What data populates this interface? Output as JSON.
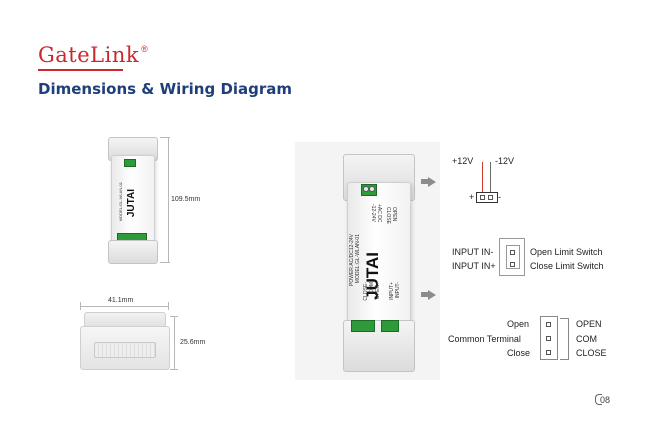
{
  "header": {
    "brand": "GateLink",
    "registered": "®",
    "title": "Dimensions & Wiring Diagram"
  },
  "dimensions": {
    "length": "109.5mm",
    "width": "41.1mm",
    "height": "25.6mm"
  },
  "device": {
    "brand": "JUTAI",
    "model": "MODEL:GL-WLAN-01",
    "power": "POWER:AC/DC12-24V",
    "terminals_top": [
      "OPEN",
      "CLOSE"
    ],
    "power_terminal": [
      "+AC DC",
      "-12-24V"
    ],
    "terminals_bottom": [
      "OPEN+",
      "COM",
      "CLOSE-",
      "INPUT-",
      "INPUT+"
    ]
  },
  "wiring": {
    "power": {
      "positive": "+12V",
      "negative": "-12V",
      "plus": "+",
      "minus": "-"
    },
    "inputs": {
      "input_minus": "INPUT IN-",
      "input_plus": "INPUT IN+",
      "open_switch": "Open Limit Switch",
      "close_switch": "Close Limit Switch"
    },
    "outputs": {
      "left": [
        "Open",
        "Common Terminal",
        "Close"
      ],
      "right": [
        "OPEN",
        "COM",
        "CLOSE"
      ]
    }
  },
  "footer": {
    "page": "08"
  },
  "colors": {
    "brand": "#c8282e",
    "title": "#1f3f7a",
    "terminal": "#2e9a3a"
  }
}
